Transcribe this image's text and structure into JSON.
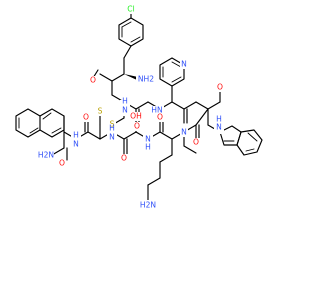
{
  "molecule": {
    "colors": {
      "carbon": "#000000",
      "nitrogen": "#3050F8",
      "oxygen": "#FF0D0D",
      "sulfur": "#B8A000",
      "chlorine": "#1FF01F"
    },
    "labels": {
      "cl": "Cl",
      "nh2_top": "NH2",
      "o_tyr": "O",
      "h_amide1": "H",
      "n_amide1": "N",
      "o_cys1": "O",
      "n_pyr": "N",
      "s1": "S",
      "s2": "S",
      "hn_amide2": "HN",
      "h_ind": "H",
      "n_ind": "N",
      "o_trp": "O",
      "o_nap": "O",
      "o_cys2": "O",
      "h_amide3": "H",
      "n_amide3": "N",
      "h2n_amide": "H2N",
      "h_amide4": "H",
      "n_amide4": "N",
      "o_thr_oh": "OH",
      "o_nme": "O",
      "n_nme": "N",
      "methyl": "",
      "n_amide5": "N",
      "h_amide5": "H",
      "o_thr": "O",
      "o_lys": "O",
      "h2n_lys": "H2N"
    }
  }
}
